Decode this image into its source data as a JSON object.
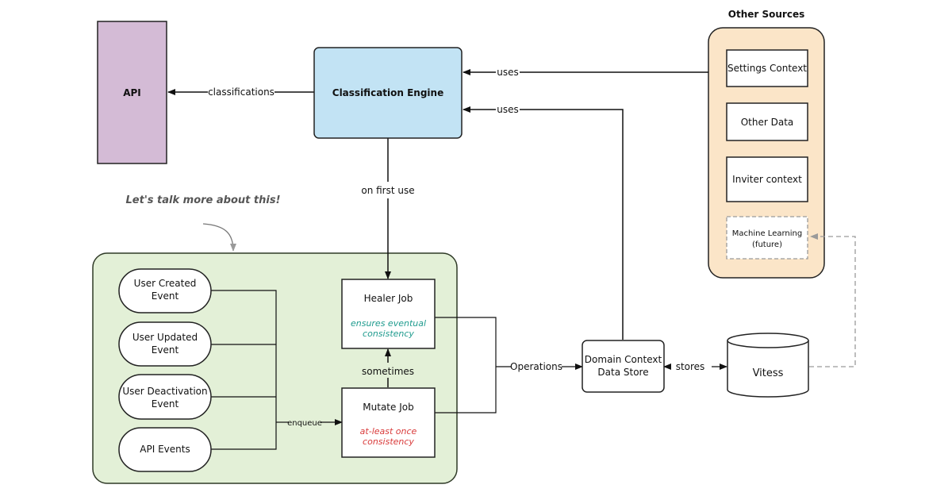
{
  "colors": {
    "api_fill": "#d4bbd6",
    "engine_fill": "#c2e3f4",
    "group_fill": "#e3f0d7",
    "group_stroke": "#2f3a27",
    "sources_fill": "#fbe5c8",
    "green_note": "#1f9b8e",
    "red_note": "#d93a3a",
    "dashed": "#9a9a9a"
  },
  "nodes": {
    "api": "API",
    "classification_engine": "Classification Engine",
    "other_sources_title": "Other Sources",
    "settings_context": "Settings Context",
    "other_data": "Other Data",
    "inviter_context": "Inviter context",
    "machine_learning": [
      "Machine Learning",
      "(future)"
    ],
    "user_created": [
      "User Created",
      "Event"
    ],
    "user_updated": [
      "User Updated",
      "Event"
    ],
    "user_deactivation": [
      "User Deactivation",
      "Event"
    ],
    "api_events": "API Events",
    "healer_job": "Healer Job",
    "healer_note": [
      "ensures eventual",
      "consistency"
    ],
    "mutate_job": "Mutate Job",
    "mutate_note": [
      "at-least once",
      "consistency"
    ],
    "domain_store": [
      "Domain Context",
      "Data Store"
    ],
    "vitess": "Vitess"
  },
  "edges": {
    "classifications": "classifications",
    "uses_top": "uses",
    "uses_second": "uses",
    "on_first_use": "on first use",
    "sometimes": "sometimes",
    "enqueue": "enqueue",
    "operations": "Operations",
    "stores": "stores"
  },
  "annotation": "Let's talk more about this!"
}
